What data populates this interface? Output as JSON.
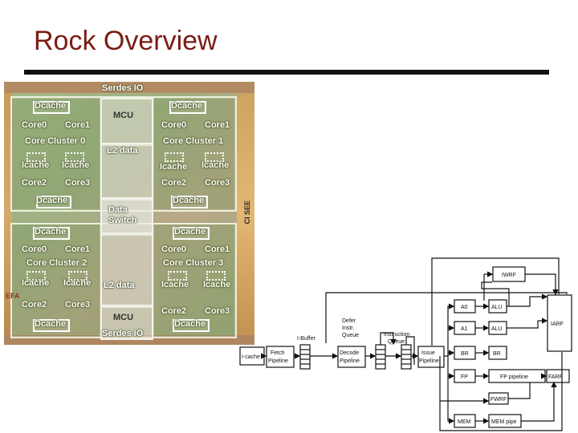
{
  "slide": {
    "title": "Rock Overview"
  },
  "die": {
    "serdes_top": "Serdes IO",
    "serdes_bottom": "Serdes IO",
    "mcu_top": "MCU",
    "mcu_bottom": "MCU",
    "l2_top": "L2 data",
    "l2_bottom": "L2 data",
    "data_switch": [
      "Data",
      "Switch"
    ],
    "side_left": "EFA",
    "side_right": "CI SEE",
    "clusters": [
      {
        "label": "Core Cluster 0",
        "dcache1": "Dcache",
        "dcache2": "Dcache",
        "core_a": "Core0",
        "core_b": "Core1",
        "core_c": "Core2",
        "core_d": "Core3",
        "icache_a": "Icache",
        "icache_b": "Icache"
      },
      {
        "label": "Core Cluster 1",
        "dcache1": "Dcache",
        "dcache2": "Dcache",
        "core_a": "Core0",
        "core_b": "Core1",
        "core_c": "Core2",
        "core_d": "Core3",
        "icache_a": "Icache",
        "icache_b": "Icache"
      },
      {
        "label": "Core Cluster 2",
        "dcache1": "Dcache",
        "dcache2": "Dcache",
        "core_a": "Core0",
        "core_b": "Core1",
        "core_c": "Core2",
        "core_d": "Core3",
        "icache_a": "Icache",
        "icache_b": "Icache"
      },
      {
        "label": "Core Cluster 3",
        "dcache1": "Dcache",
        "dcache2": "Dcache",
        "core_a": "Core0",
        "core_b": "Core1",
        "core_c": "Core2",
        "core_d": "Core3",
        "icache_a": "Icache",
        "icache_b": "Icache"
      }
    ]
  },
  "pipeline": {
    "icache": "I-cache",
    "fetch": [
      "Fetch",
      "Pipeline"
    ],
    "ibuffer": "I-Buffer",
    "decode": [
      "Decode",
      "Pipeline"
    ],
    "defer": [
      "Defer",
      "Instr.",
      "Queue"
    ],
    "instr_queue": [
      "Instruction",
      "Queue"
    ],
    "issue": [
      "Issue",
      "Pipeline"
    ],
    "iwrf": "IWRF",
    "iarf": "IARF",
    "a0": "A0",
    "a1": "A1",
    "alu1": "ALU",
    "alu2": "ALU",
    "br1": "BR",
    "br2": "BR",
    "fp": "FP",
    "fp_pipeline": "FP pipeline",
    "farf": "FARF",
    "fwrf": "FWRF",
    "mem": "MEM",
    "mem_pipe": "MEM pipe"
  }
}
